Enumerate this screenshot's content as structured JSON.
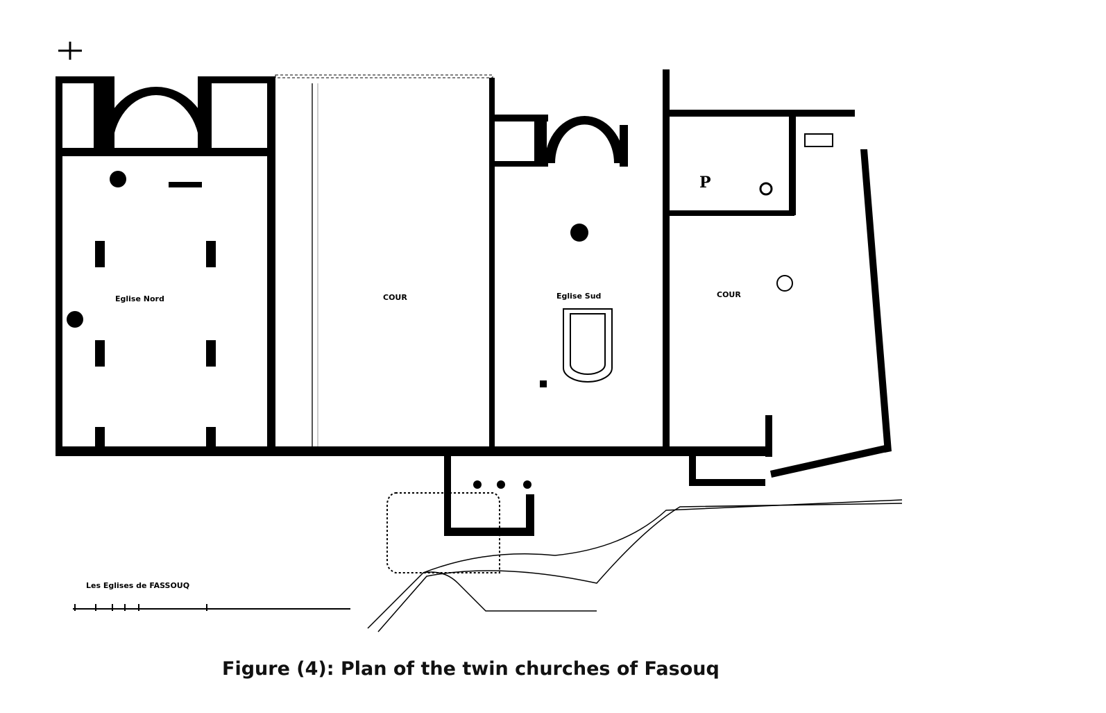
{
  "plan": {
    "north_church": "Eglise Nord",
    "court_west": "COUR",
    "south_church": "Eglise Sud",
    "court_east": "COUR",
    "room_p": "P",
    "scale_title": "Les Eglises de FASSOUQ"
  },
  "caption": "Figure (4): Plan of the twin churches of Fasouq"
}
